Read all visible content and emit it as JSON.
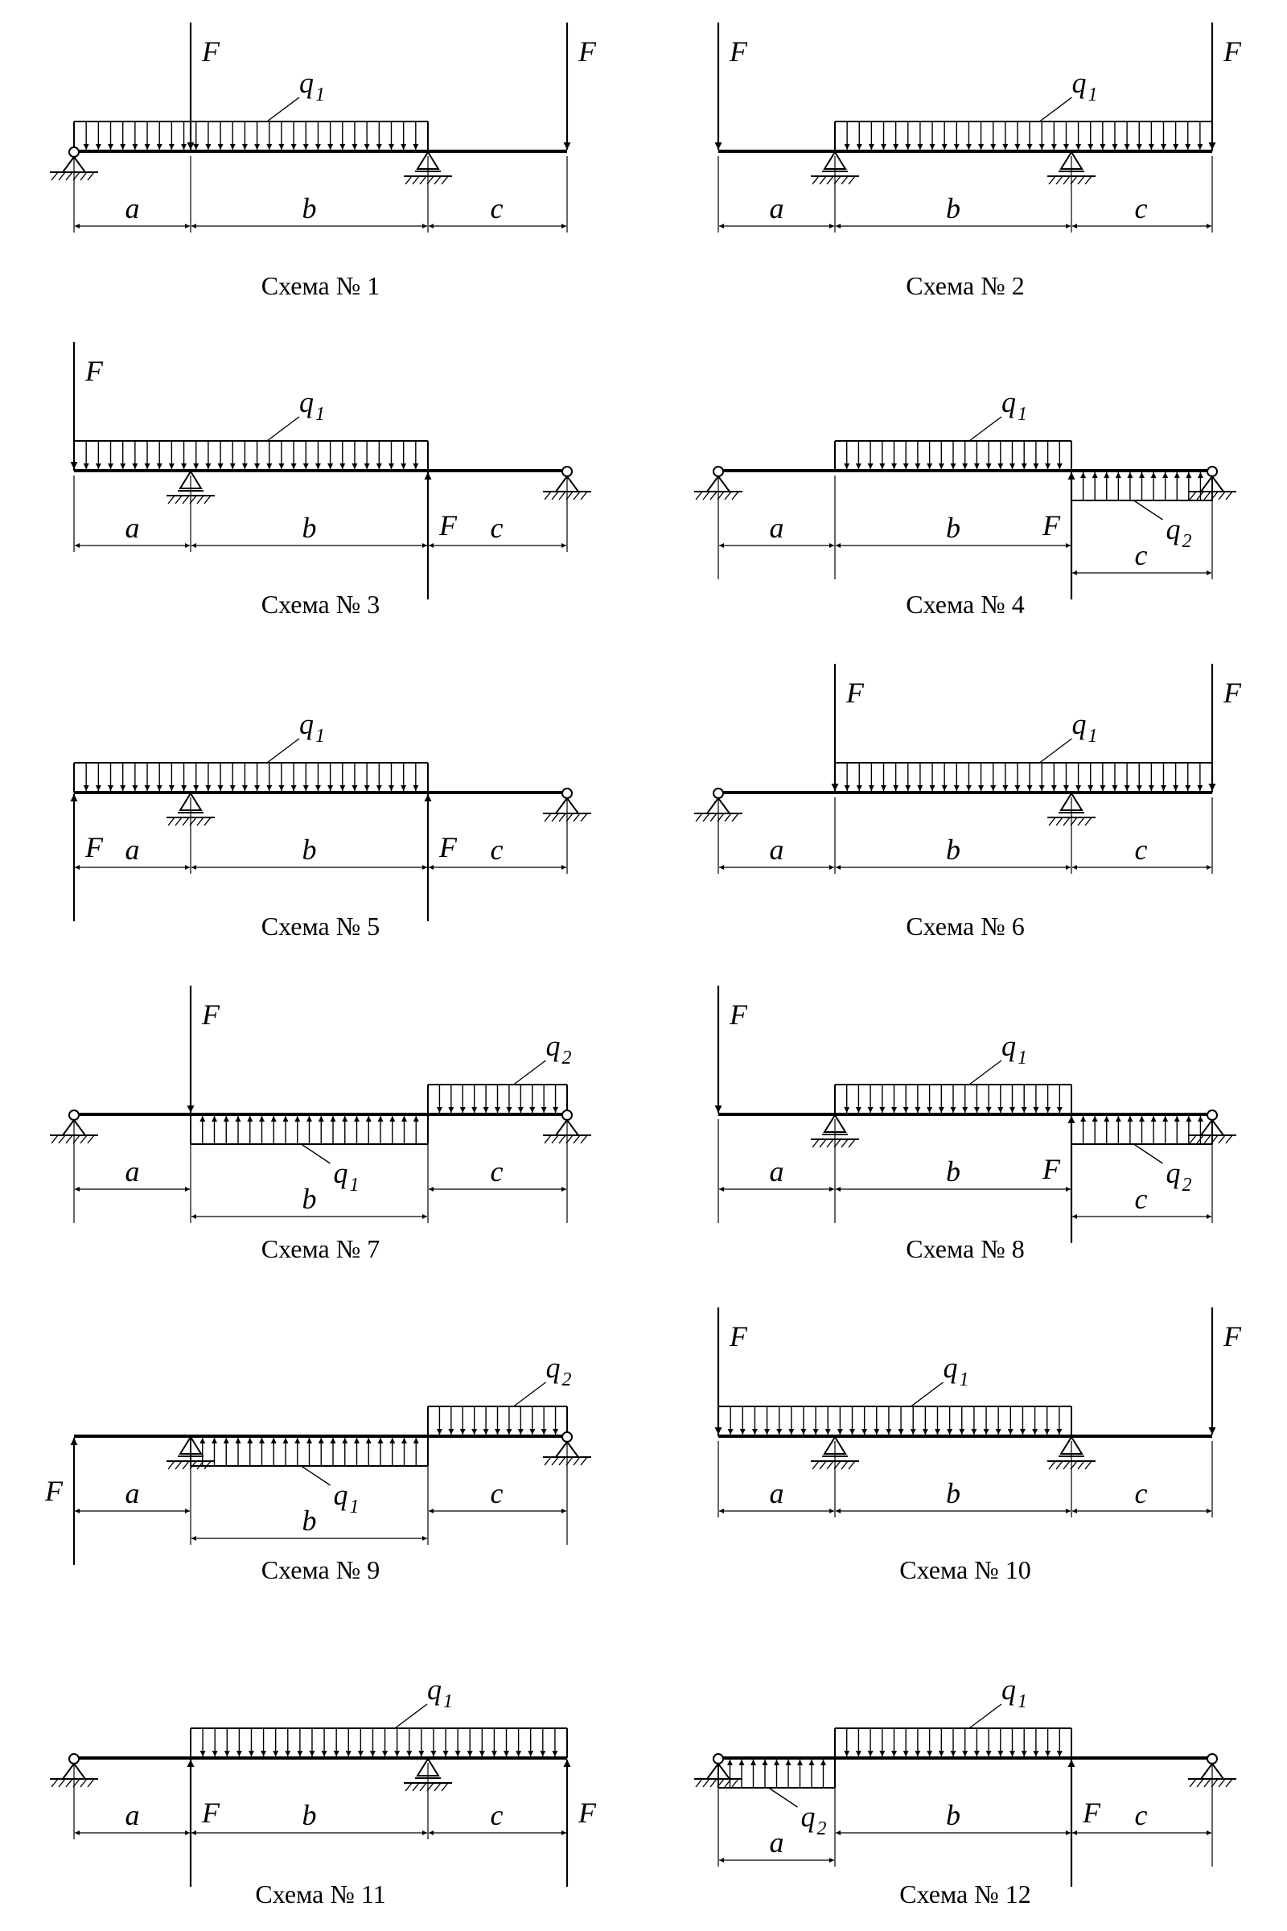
{
  "schemes": [
    {
      "caption": "Схема № 1",
      "supports": [
        {
          "pos": 0,
          "kind": "pin"
        },
        {
          "pos": 3,
          "kind": "roller"
        }
      ],
      "forces": [
        {
          "pos": 1,
          "dir": "down",
          "label": "F",
          "label_side": "right"
        },
        {
          "pos": 4,
          "dir": "down",
          "label": "F",
          "label_side": "right"
        }
      ],
      "loads": [
        {
          "from": 0,
          "to": 3,
          "side": "above",
          "dir": "down",
          "label": "q",
          "sub": "1"
        }
      ],
      "dims": [
        {
          "from": 0,
          "to": 1,
          "label": "a"
        },
        {
          "from": 1,
          "to": 3,
          "label": "b"
        },
        {
          "from": 3,
          "to": 4,
          "label": "c"
        }
      ]
    },
    {
      "caption": "Схема № 2",
      "supports": [
        {
          "pos": 1,
          "kind": "roller"
        },
        {
          "pos": 3,
          "kind": "roller"
        }
      ],
      "forces": [
        {
          "pos": 0,
          "dir": "down",
          "label": "F",
          "label_side": "right"
        },
        {
          "pos": 4,
          "dir": "down",
          "label": "F",
          "label_side": "right"
        }
      ],
      "loads": [
        {
          "from": 1,
          "to": 4,
          "side": "above",
          "dir": "down",
          "label": "q",
          "sub": "1"
        }
      ],
      "dims": [
        {
          "from": 0,
          "to": 1,
          "label": "a"
        },
        {
          "from": 1,
          "to": 3,
          "label": "b"
        },
        {
          "from": 3,
          "to": 4,
          "label": "c"
        }
      ]
    },
    {
      "caption": "Схема № 3",
      "supports": [
        {
          "pos": 1,
          "kind": "roller"
        },
        {
          "pos": 4,
          "kind": "pin"
        }
      ],
      "forces": [
        {
          "pos": 0,
          "dir": "down",
          "label": "F",
          "label_side": "right"
        },
        {
          "pos": 3,
          "dir": "up",
          "label": "F",
          "label_side": "right"
        }
      ],
      "loads": [
        {
          "from": 0,
          "to": 3,
          "side": "above",
          "dir": "down",
          "label": "q",
          "sub": "1"
        }
      ],
      "dims": [
        {
          "from": 0,
          "to": 1,
          "label": "a"
        },
        {
          "from": 1,
          "to": 3,
          "label": "b"
        },
        {
          "from": 3,
          "to": 4,
          "label": "c"
        }
      ]
    },
    {
      "caption": "Схема № 4",
      "supports": [
        {
          "pos": 0,
          "kind": "pin"
        },
        {
          "pos": 4,
          "kind": "pin"
        }
      ],
      "forces": [
        {
          "pos": 3,
          "dir": "up",
          "label": "F",
          "label_side": "left"
        }
      ],
      "loads": [
        {
          "from": 1,
          "to": 3,
          "side": "above",
          "dir": "down",
          "label": "q",
          "sub": "1"
        },
        {
          "from": 3,
          "to": 4,
          "side": "below",
          "dir": "up",
          "label": "q",
          "sub": "2"
        }
      ],
      "dims": [
        {
          "from": 0,
          "to": 1,
          "label": "a"
        },
        {
          "from": 1,
          "to": 3,
          "label": "b"
        },
        {
          "from": 3,
          "to": 4,
          "label": "c",
          "row": 2
        }
      ]
    },
    {
      "caption": "Схема № 5",
      "supports": [
        {
          "pos": 1,
          "kind": "roller"
        },
        {
          "pos": 4,
          "kind": "pin"
        }
      ],
      "forces": [
        {
          "pos": 0,
          "dir": "up",
          "label": "F",
          "label_side": "right"
        },
        {
          "pos": 3,
          "dir": "up",
          "label": "F",
          "label_side": "right"
        }
      ],
      "loads": [
        {
          "from": 0,
          "to": 3,
          "side": "above",
          "dir": "down",
          "label": "q",
          "sub": "1"
        }
      ],
      "dims": [
        {
          "from": 0,
          "to": 1,
          "label": "a"
        },
        {
          "from": 1,
          "to": 3,
          "label": "b"
        },
        {
          "from": 3,
          "to": 4,
          "label": "c"
        }
      ]
    },
    {
      "caption": "Схема № 6",
      "supports": [
        {
          "pos": 0,
          "kind": "pin"
        },
        {
          "pos": 3,
          "kind": "roller"
        }
      ],
      "forces": [
        {
          "pos": 1,
          "dir": "down",
          "label": "F",
          "label_side": "right"
        },
        {
          "pos": 4,
          "dir": "down",
          "label": "F",
          "label_side": "right"
        }
      ],
      "loads": [
        {
          "from": 1,
          "to": 4,
          "side": "above",
          "dir": "down",
          "label": "q",
          "sub": "1"
        }
      ],
      "dims": [
        {
          "from": 0,
          "to": 1,
          "label": "a"
        },
        {
          "from": 1,
          "to": 3,
          "label": "b"
        },
        {
          "from": 3,
          "to": 4,
          "label": "c"
        }
      ]
    },
    {
      "caption": "Схема № 7",
      "supports": [
        {
          "pos": 0,
          "kind": "pin"
        },
        {
          "pos": 4,
          "kind": "pin"
        }
      ],
      "forces": [
        {
          "pos": 1,
          "dir": "down",
          "label": "F",
          "label_side": "right"
        }
      ],
      "loads": [
        {
          "from": 1,
          "to": 3,
          "side": "below",
          "dir": "up",
          "label": "q",
          "sub": "1"
        },
        {
          "from": 3,
          "to": 4,
          "side": "above",
          "dir": "down",
          "label": "q",
          "sub": "2"
        }
      ],
      "dims": [
        {
          "from": 0,
          "to": 1,
          "label": "a"
        },
        {
          "from": 1,
          "to": 3,
          "label": "b",
          "row": 2
        },
        {
          "from": 3,
          "to": 4,
          "label": "c"
        }
      ]
    },
    {
      "caption": "Схема № 8",
      "supports": [
        {
          "pos": 1,
          "kind": "roller"
        },
        {
          "pos": 4,
          "kind": "pin"
        }
      ],
      "forces": [
        {
          "pos": 0,
          "dir": "down",
          "label": "F",
          "label_side": "right"
        },
        {
          "pos": 3,
          "dir": "up",
          "label": "F",
          "label_side": "left"
        }
      ],
      "loads": [
        {
          "from": 1,
          "to": 3,
          "side": "above",
          "dir": "down",
          "label": "q",
          "sub": "1"
        },
        {
          "from": 3,
          "to": 4,
          "side": "below",
          "dir": "up",
          "label": "q",
          "sub": "2"
        }
      ],
      "dims": [
        {
          "from": 0,
          "to": 1,
          "label": "a"
        },
        {
          "from": 1,
          "to": 3,
          "label": "b"
        },
        {
          "from": 3,
          "to": 4,
          "label": "c",
          "row": 2
        }
      ]
    },
    {
      "caption": "Схема № 9",
      "supports": [
        {
          "pos": 1,
          "kind": "roller"
        },
        {
          "pos": 4,
          "kind": "pin"
        }
      ],
      "forces": [
        {
          "pos": 0,
          "dir": "up",
          "label": "F",
          "label_side": "left"
        }
      ],
      "loads": [
        {
          "from": 1,
          "to": 3,
          "side": "below",
          "dir": "up",
          "label": "q",
          "sub": "1"
        },
        {
          "from": 3,
          "to": 4,
          "side": "above",
          "dir": "down",
          "label": "q",
          "sub": "2"
        }
      ],
      "dims": [
        {
          "from": 0,
          "to": 1,
          "label": "a"
        },
        {
          "from": 1,
          "to": 3,
          "label": "b",
          "row": 2
        },
        {
          "from": 3,
          "to": 4,
          "label": "c"
        }
      ]
    },
    {
      "caption": "Схема № 10",
      "supports": [
        {
          "pos": 1,
          "kind": "roller"
        },
        {
          "pos": 3,
          "kind": "roller"
        }
      ],
      "forces": [
        {
          "pos": 0,
          "dir": "down",
          "label": "F",
          "label_side": "right"
        },
        {
          "pos": 4,
          "dir": "down",
          "label": "F",
          "label_side": "right"
        }
      ],
      "loads": [
        {
          "from": 0,
          "to": 3,
          "side": "above",
          "dir": "down",
          "label": "q",
          "sub": "1"
        }
      ],
      "dims": [
        {
          "from": 0,
          "to": 1,
          "label": "a"
        },
        {
          "from": 1,
          "to": 3,
          "label": "b"
        },
        {
          "from": 3,
          "to": 4,
          "label": "c"
        }
      ]
    },
    {
      "caption": "Схема № 11",
      "supports": [
        {
          "pos": 0,
          "kind": "pin"
        },
        {
          "pos": 3,
          "kind": "roller"
        }
      ],
      "forces": [
        {
          "pos": 1,
          "dir": "up",
          "label": "F",
          "label_side": "right"
        },
        {
          "pos": 4,
          "dir": "up",
          "label": "F",
          "label_side": "right"
        }
      ],
      "loads": [
        {
          "from": 1,
          "to": 4,
          "side": "above",
          "dir": "down",
          "label": "q",
          "sub": "1"
        }
      ],
      "dims": [
        {
          "from": 0,
          "to": 1,
          "label": "a"
        },
        {
          "from": 1,
          "to": 3,
          "label": "b"
        },
        {
          "from": 3,
          "to": 4,
          "label": "c"
        }
      ]
    },
    {
      "caption": "Схема № 12",
      "supports": [
        {
          "pos": 0,
          "kind": "pin"
        },
        {
          "pos": 4,
          "kind": "pin"
        }
      ],
      "forces": [
        {
          "pos": 3,
          "dir": "up",
          "label": "F",
          "label_side": "right"
        }
      ],
      "loads": [
        {
          "from": 1,
          "to": 3,
          "side": "above",
          "dir": "down",
          "label": "q",
          "sub": "1"
        },
        {
          "from": 0,
          "to": 1,
          "side": "below",
          "dir": "up",
          "label": "q",
          "sub": "2"
        }
      ],
      "dims": [
        {
          "from": 0,
          "to": 1,
          "label": "a",
          "row": 2
        },
        {
          "from": 1,
          "to": 3,
          "label": "b"
        },
        {
          "from": 3,
          "to": 4,
          "label": "c"
        }
      ]
    }
  ]
}
